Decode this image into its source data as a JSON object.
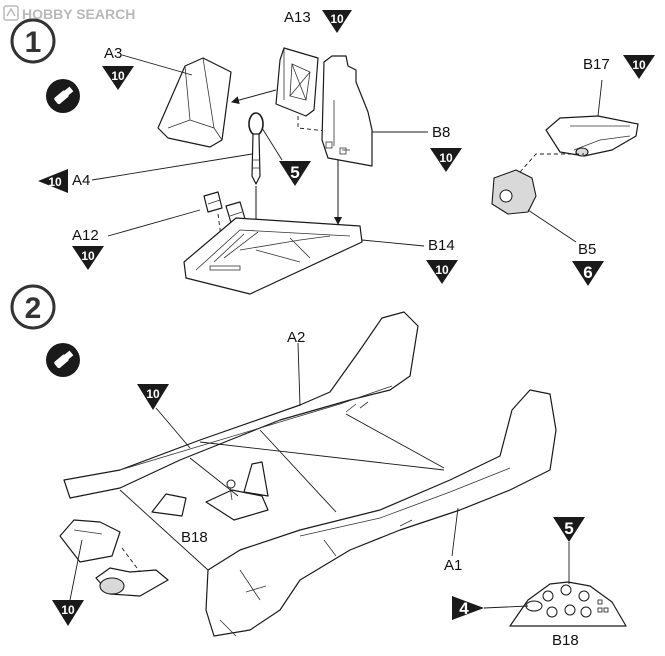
{
  "watermark": {
    "text": "HOBBY SEARCH"
  },
  "steps": [
    {
      "number": "1"
    },
    {
      "number": "2"
    }
  ],
  "parts": {
    "A13": "A13",
    "A3": "A3",
    "B8": "B8",
    "A4": "A4",
    "A12": "A12",
    "B14": "B14",
    "B17": "B17",
    "B5": "B5",
    "A2": "A2",
    "B18": "B18",
    "A1": "A1"
  },
  "paint_codes": {
    "c10": "10",
    "c5": "5",
    "c6": "6",
    "c4": "4"
  },
  "icons": {
    "glue": "glue-tube-icon",
    "paint": "paint-code-triangle-icon",
    "step": "step-circle-icon"
  }
}
